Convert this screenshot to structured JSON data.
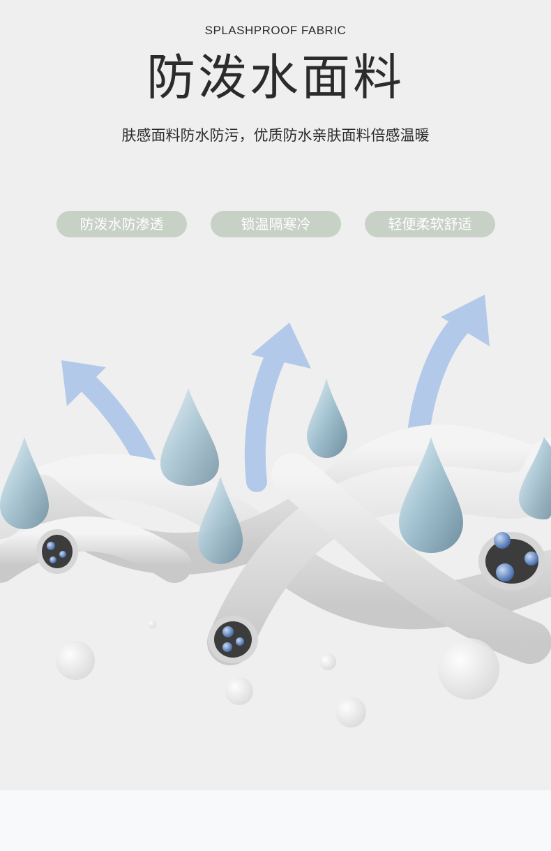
{
  "header": {
    "subtitle_en": "SPLASHPROOF FABRIC",
    "title": "防泼水面料",
    "description": "肤感面料防水防污，优质防水亲肤面料倍感温暖"
  },
  "tags": [
    {
      "label": "防泼水防渗透"
    },
    {
      "label": "锁温隔寒冷"
    },
    {
      "label": "轻便柔软舒适"
    }
  ],
  "colors": {
    "background": "#efefef",
    "footer_background": "#f8f9fa",
    "tag_background": "#c7d1c6",
    "tag_text": "#ffffff",
    "text": "#2b2b2b",
    "arrow": "#b3c9ea",
    "fiber": "#dcdcdc",
    "droplet": "#a9c7d6"
  }
}
